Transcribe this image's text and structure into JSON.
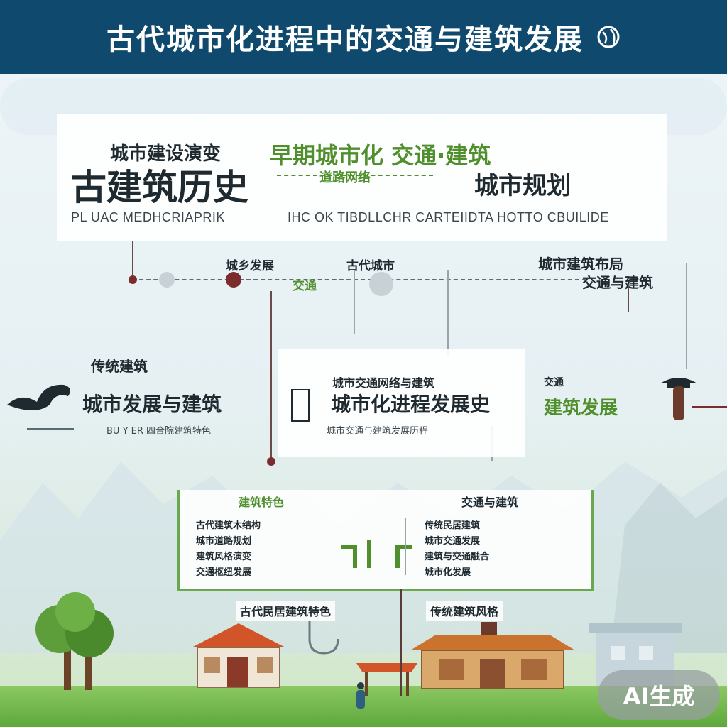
{
  "header": {
    "title": "古代城市化进程中的交通与建筑发展",
    "icon": "globe-icon"
  },
  "top_left": {
    "small_title": "城市建设演变",
    "big_title": "古建筑历史",
    "caption": "PL UAC MEDHCRIAPRIK"
  },
  "top_right": {
    "green_title": "早期城市化 交通·建筑",
    "green_sub": "道路网络",
    "dark_title": "城市规划",
    "caption": "IHC OK TIBDLLCHR CARTEIIDTA HOTTO CBUILIDE"
  },
  "timeline": {
    "node_labels": [
      "城乡发展",
      "交通",
      "古代城市"
    ],
    "right_label_1": "城市建筑布局",
    "right_label_2": "交通与建筑"
  },
  "middle_left": {
    "small_title": "传统建筑",
    "big_title": "城市发展与建筑",
    "caption": "BU Y ER  四合院建筑特色"
  },
  "middle_center": {
    "small_title": "城市交通网络与建筑",
    "big_title": "城市化进程发展史",
    "caption": "城市交通与建筑发展历程"
  },
  "middle_right": {
    "small_title": "交通",
    "big_title": "建筑发展"
  },
  "lower_left": {
    "title": "建筑特色",
    "lines": [
      "古代建筑木结构",
      "城市道路规划",
      "建筑风格演变",
      "交通枢纽发展"
    ]
  },
  "lower_right": {
    "title": "交通与建筑",
    "lines": [
      "传统民居建筑",
      "城市交通发展",
      "建筑与交通融合",
      "城市化发展"
    ]
  },
  "ground": {
    "caption_left": "古代民居建筑特色",
    "caption_right": "传统建筑风格"
  },
  "badge": {
    "label": "AI生成"
  },
  "colors": {
    "header": "#0f4a6e",
    "accent_green": "#4f8f2c",
    "text_dark": "#1f2a30",
    "roof_red": "#d2552a",
    "grass": "#6fb84a"
  }
}
